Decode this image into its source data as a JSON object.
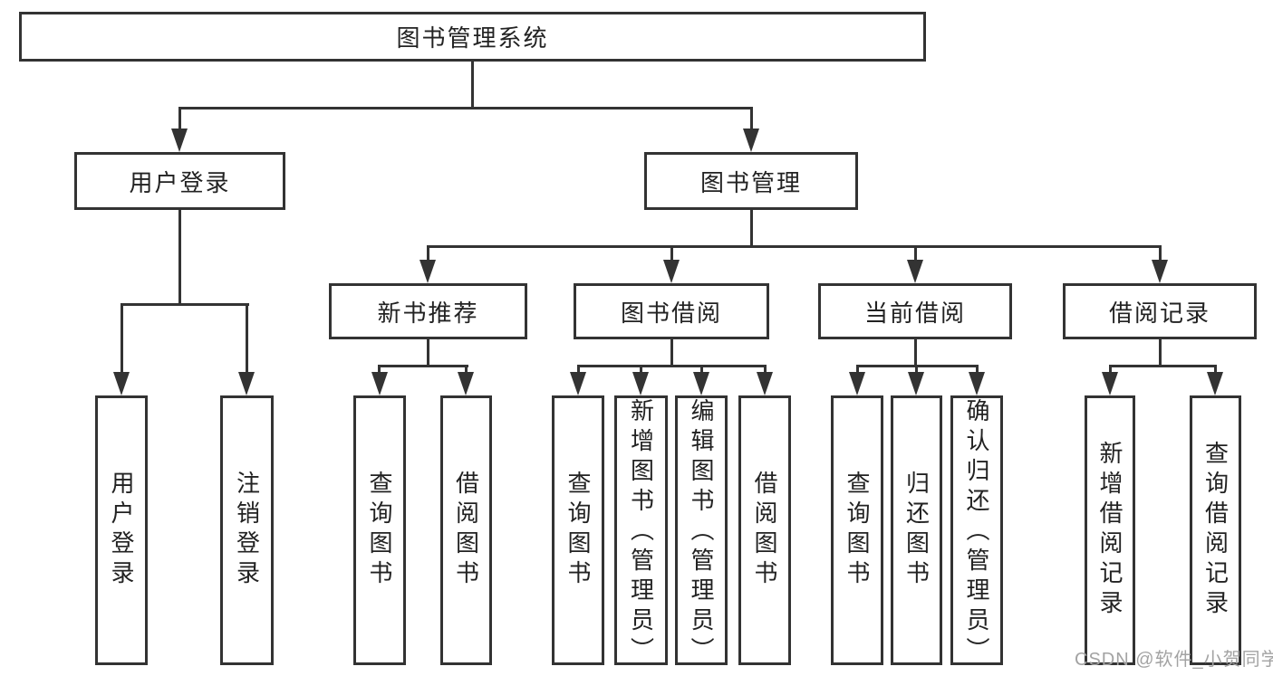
{
  "diagram": {
    "title": "图书管理系统",
    "branches": [
      {
        "label": "用户登录",
        "children": [
          {
            "label": "用户登录"
          },
          {
            "label": "注销登录"
          }
        ]
      },
      {
        "label": "图书管理",
        "children": [
          {
            "label": "新书推荐",
            "children": [
              {
                "label": "查询图书"
              },
              {
                "label": "借阅图书"
              }
            ]
          },
          {
            "label": "图书借阅",
            "children": [
              {
                "label": "查询图书"
              },
              {
                "label": "新增图书（管理员）"
              },
              {
                "label": "编辑图书（管理员）"
              },
              {
                "label": "借阅图书"
              }
            ]
          },
          {
            "label": "当前借阅",
            "children": [
              {
                "label": "查询图书"
              },
              {
                "label": "归还图书"
              },
              {
                "label": "确认归还（管理员）"
              }
            ]
          },
          {
            "label": "借阅记录",
            "children": [
              {
                "label": "新增借阅记录"
              },
              {
                "label": "查询借阅记录"
              }
            ]
          }
        ]
      }
    ]
  },
  "watermark": {
    "text": "CSDN @软件_小贺同学"
  },
  "colors": {
    "line": "#333333",
    "text": "#222222",
    "watermark": "#a3a3a3",
    "background": "#ffffff"
  }
}
